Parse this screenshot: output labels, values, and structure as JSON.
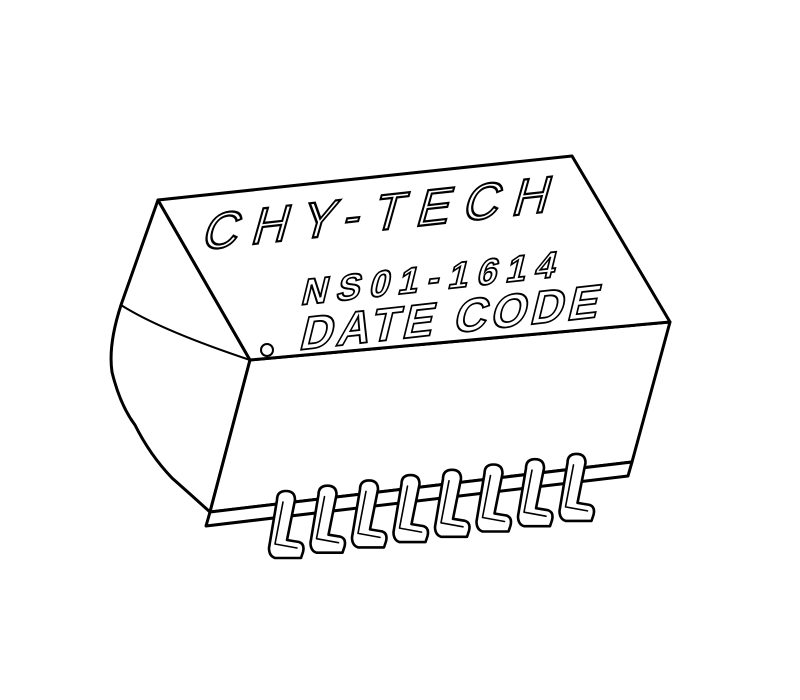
{
  "component": {
    "brand": "CHY-TECH",
    "part_number": "NS01-1614",
    "marking": "DATE CODE",
    "pin_count_visible": 8,
    "pin1_marker": "dot",
    "line_color": "#000000",
    "fill_color": "#ffffff"
  }
}
